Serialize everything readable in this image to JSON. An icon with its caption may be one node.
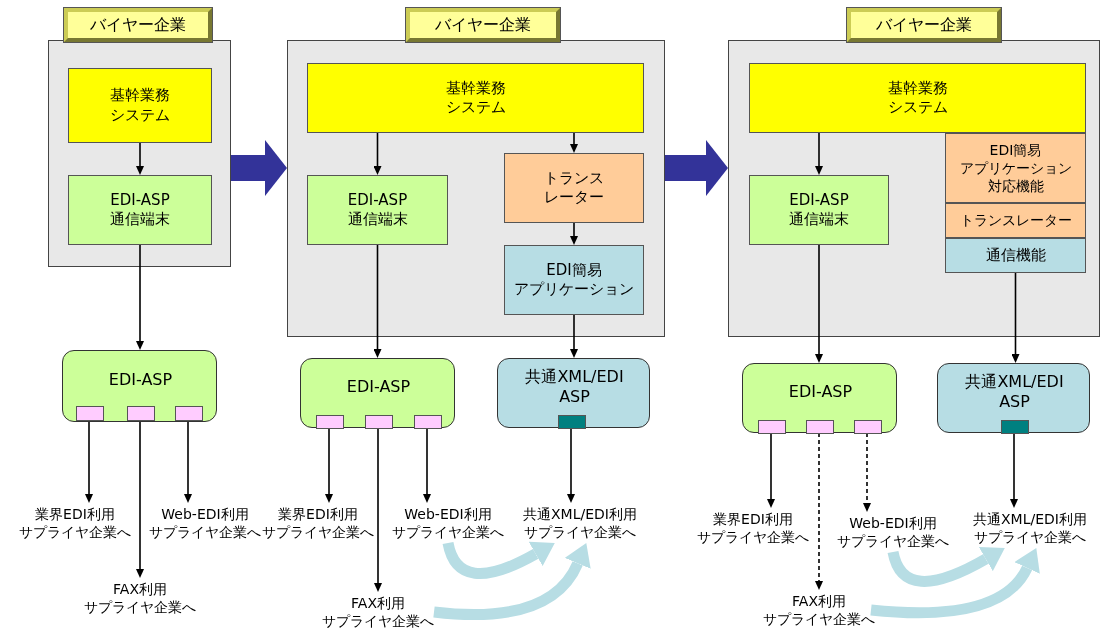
{
  "diagram": {
    "nodes": [
      {
        "text": [
          "バイヤー企業"
        ]
      },
      {
        "text": [
          "基幹業務システム"
        ],
        "in": 0
      },
      {
        "text": [
          "EDI-ASP通信端末"
        ],
        "in": 0
      },
      {
        "text": [
          "EDI-ASP"
        ]
      },
      {
        "text": [],
        "shape": "box",
        "in": 3
      },
      {
        "text": [],
        "shape": "box",
        "in": 3
      },
      {
        "text": [],
        "shape": "box",
        "in": 3
      },
      {
        "text": [
          "業界EDI利用サプライヤ企業へ"
        ]
      },
      {
        "text": [
          "Web-EDI利用サプライヤ企業へ"
        ]
      },
      {
        "text": [
          "FAX利用サプライヤ企業へ"
        ]
      },
      {
        "text": [
          "バイヤー企業"
        ]
      },
      {
        "text": [
          "基幹業務システム"
        ],
        "in": 10
      },
      {
        "text": [
          "EDI-ASP通信端末"
        ],
        "in": 10
      },
      {
        "text": [
          "トランスレーター"
        ],
        "in": 10
      },
      {
        "text": [
          "EDI簡易アプリケーション"
        ],
        "in": 10
      },
      {
        "text": [
          "EDI-ASP"
        ]
      },
      {
        "text": [],
        "shape": "box",
        "in": 15
      },
      {
        "text": [],
        "shape": "box",
        "in": 15
      },
      {
        "text": [],
        "shape": "box",
        "in": 15
      },
      {
        "text": [
          "共通XML/EDI ASP"
        ]
      },
      {
        "text": [],
        "shape": "box",
        "in": 19
      },
      {
        "text": [
          "業界EDI利用サプライヤ企業へ"
        ]
      },
      {
        "text": [
          "Web-EDI利用サプライヤ企業へ"
        ]
      },
      {
        "text": [
          "共通XML/EDI利用サプライヤ企業へ"
        ]
      },
      {
        "text": [
          "FAX利用サプライヤ企業へ"
        ]
      },
      {
        "text": [
          "バイヤー企業"
        ]
      },
      {
        "text": [
          "基幹業務システム"
        ],
        "in": 25
      },
      {
        "text": [
          "EDI-ASP通信端末"
        ],
        "in": 25
      },
      {
        "text": [
          "EDI簡易アプリケーション対応機能"
        ],
        "in": 25
      },
      {
        "text": [
          "トランスレーター"
        ],
        "in": 25
      },
      {
        "text": [
          "通信機能"
        ],
        "in": 25
      },
      {
        "text": [
          "EDI-ASP"
        ]
      },
      {
        "text": [],
        "shape": "box",
        "in": 31
      },
      {
        "text": [],
        "shape": "box",
        "in": 31
      },
      {
        "text": [],
        "shape": "box",
        "in": 31
      },
      {
        "text": [
          "共通XML/EDI ASP"
        ]
      },
      {
        "text": [],
        "shape": "box",
        "in": 35
      },
      {
        "text": [
          "業界EDI利用サプライヤ企業へ"
        ]
      },
      {
        "text": [
          "Web-EDI利用サプライヤ企業へ"
        ]
      },
      {
        "text": [
          "共通XML/EDI利用サプライヤ企業へ"
        ]
      },
      {
        "text": [
          "FAX利用サプライヤ企業へ"
        ]
      }
    ],
    "edges": [
      {
        "from": 1,
        "to": 2,
        "arrow": "to"
      },
      {
        "from": 2,
        "to": 3,
        "arrow": "to"
      },
      {
        "from": 4,
        "to": 7,
        "arrow": "to"
      },
      {
        "from": 5,
        "to": 9,
        "arrow": "to"
      },
      {
        "from": 6,
        "to": 8,
        "arrow": "to"
      },
      {
        "from": 0,
        "to": 10,
        "arrow": "to",
        "style": "thick",
        "color": "#333399"
      },
      {
        "from": 11,
        "to": 12,
        "arrow": "to"
      },
      {
        "from": 11,
        "to": 13,
        "arrow": "to"
      },
      {
        "from": 13,
        "to": 14,
        "arrow": "to"
      },
      {
        "from": 12,
        "to": 15,
        "arrow": "to"
      },
      {
        "from": 14,
        "to": 19,
        "arrow": "to"
      },
      {
        "from": 16,
        "to": 21,
        "arrow": "to"
      },
      {
        "from": 17,
        "to": 24,
        "arrow": "to"
      },
      {
        "from": 18,
        "to": 22,
        "arrow": "to"
      },
      {
        "from": 20,
        "to": 23,
        "arrow": "to"
      },
      {
        "from": 22,
        "to": 23,
        "arrow": "to",
        "style": "thick",
        "color": "#b7dde4"
      },
      {
        "from": 24,
        "to": 23,
        "arrow": "to",
        "style": "thick",
        "color": "#b7dde4"
      },
      {
        "from": 10,
        "to": 25,
        "arrow": "to",
        "style": "thick",
        "color": "#333399"
      },
      {
        "from": 26,
        "to": 27,
        "arrow": "to"
      },
      {
        "from": 27,
        "to": 31,
        "arrow": "to"
      },
      {
        "from": 30,
        "to": 35,
        "arrow": "to"
      },
      {
        "from": 32,
        "to": 37,
        "arrow": "to"
      },
      {
        "from": 33,
        "to": 40,
        "arrow": "to",
        "style": "dashed"
      },
      {
        "from": 34,
        "to": 38,
        "arrow": "to",
        "style": "dashed"
      },
      {
        "from": 36,
        "to": 39,
        "arrow": "to"
      },
      {
        "from": 38,
        "to": 39,
        "arrow": "to",
        "style": "thick",
        "color": "#b7dde4"
      },
      {
        "from": 40,
        "to": 39,
        "arrow": "to",
        "style": "thick",
        "color": "#b7dde4"
      }
    ]
  }
}
